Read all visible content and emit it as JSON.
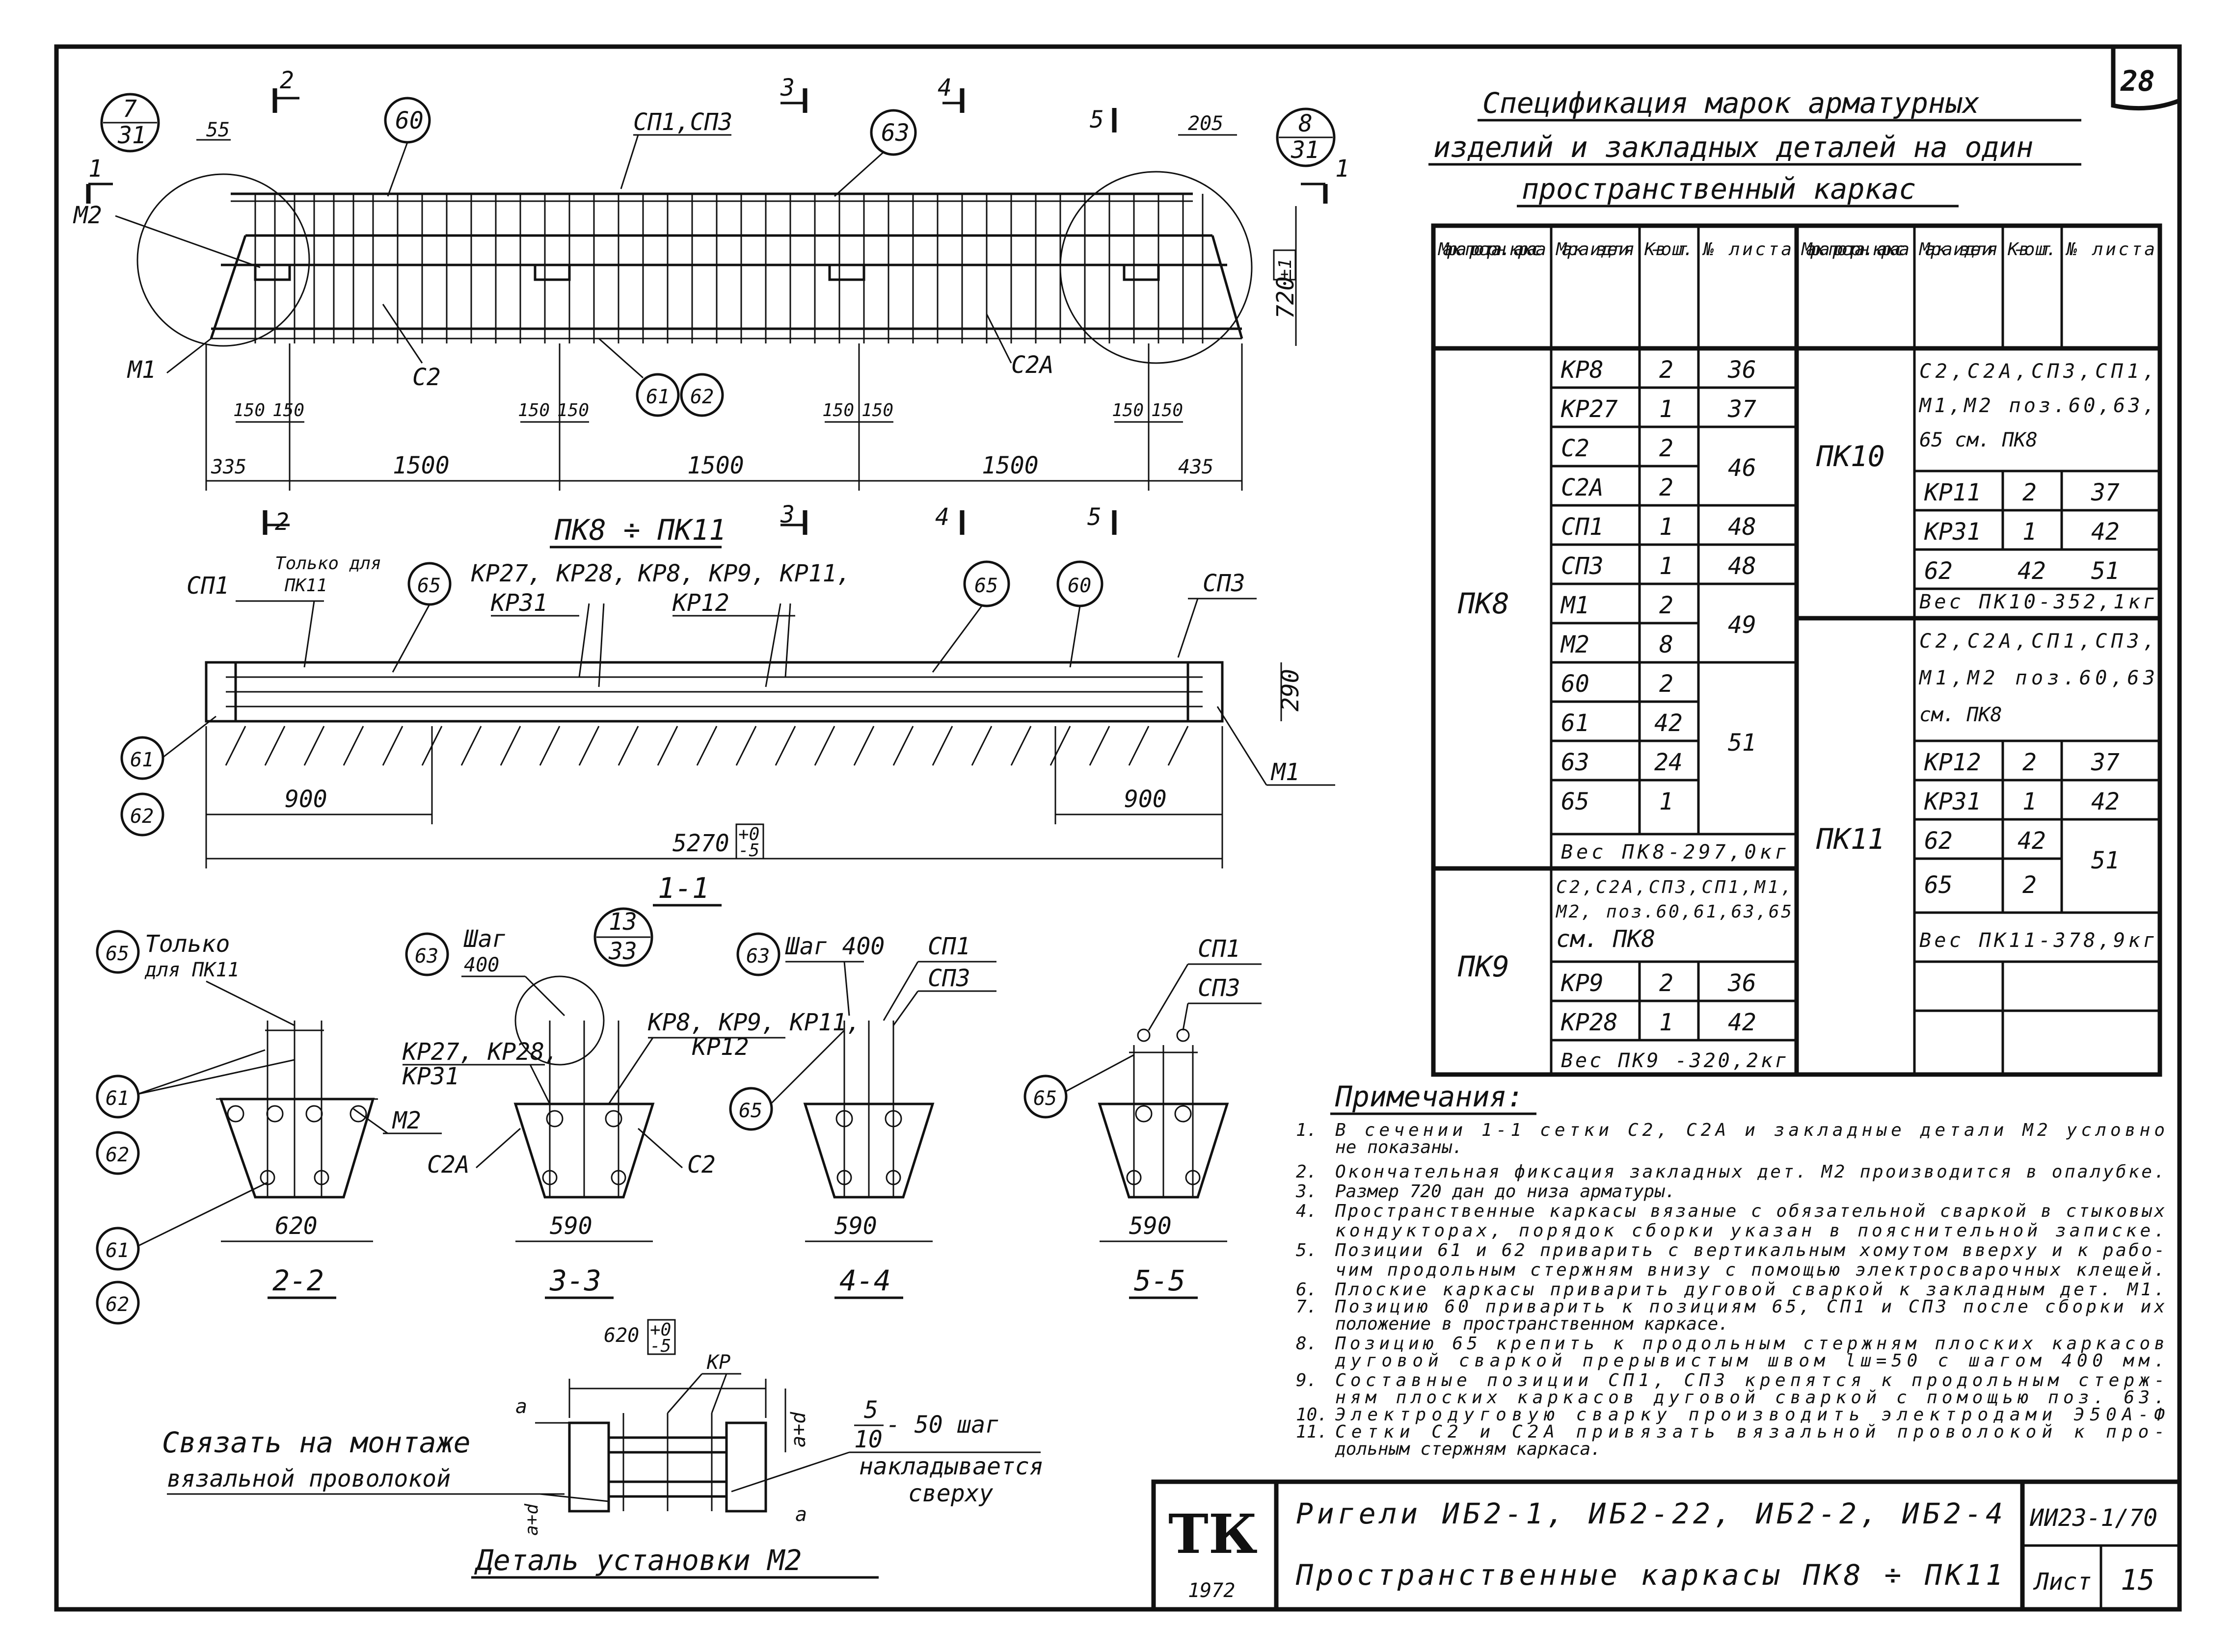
{
  "sheet_number": "28",
  "elevation": {
    "callout_left": {
      "top": "7",
      "bottom": "31"
    },
    "callout_right": {
      "top": "8",
      "bottom": "31"
    },
    "section_marks": [
      "1",
      "2",
      "3",
      "4",
      "5"
    ],
    "dim_55": "55",
    "dim_205": "205",
    "labels": {
      "mesh_top": "СП1,СП3",
      "pos60": "60",
      "pos63": "63",
      "m2": "М2",
      "m1": "М1",
      "c2": "С2",
      "c2a": "С2А",
      "pos61": "61",
      "pos62": "62",
      "height": "720",
      "tol": "±1"
    },
    "dims_150": [
      "150",
      "150",
      "150",
      "150",
      "150",
      "150",
      "150",
      "150"
    ],
    "dims_bottom": [
      "335",
      "1500",
      "1500",
      "1500",
      "435"
    ],
    "range_title": "ПК8 ÷ ПК11"
  },
  "plan": {
    "only_for_line1": "Только для",
    "only_for_line2": "ПК11",
    "sp1": "СП1",
    "sp3": "СП3",
    "pos65": "65",
    "pos60": "60",
    "kr_group_a_1": "КР27, КР28,",
    "kr_group_a_2": "КР31",
    "kr_group_b_1": "КР8, КР9, КР11,",
    "kr_group_b_2": "КР12",
    "m1": "М1",
    "pos61": "61",
    "pos62": "62",
    "width": "290",
    "left_900": "900",
    "right_900": "900",
    "total": "5270",
    "tol_plus": "+0",
    "tol_minus": "-5",
    "section_title": "1-1"
  },
  "sections": {
    "s22": {
      "title": "2-2",
      "width": "620",
      "pos65_note_1": "Только",
      "pos65_note_2": "для ПК11",
      "pos65": "65",
      "pos61": "61",
      "pos62": "62",
      "m2": "М2"
    },
    "s33": {
      "title": "3-3",
      "width": "590",
      "callout_top": "13",
      "callout_bottom": "33",
      "pitch_1": "Шаг",
      "pitch_2": "400",
      "pos63": "63",
      "kr_a_1": "КР27, КР28,",
      "kr_a_2": "КР31",
      "kr_b_1": "КР8, КР9, КР11,",
      "kr_b_2": "КР12",
      "c2a": "С2А",
      "c2": "С2"
    },
    "s44": {
      "title": "4-4",
      "width": "590",
      "pos63": "63",
      "pitch": "Шаг 400",
      "sp1": "СП1",
      "sp3": "СП3",
      "pos65": "65"
    },
    "s55": {
      "title": "5-5",
      "width": "590",
      "sp1": "СП1",
      "sp3": "СП3",
      "pos65": "65"
    }
  },
  "detail": {
    "title": "Деталь установки М2",
    "tie_1": "Связать на монтаже",
    "tie_2": "вязальной проволокой",
    "dim_620": "620",
    "tol_plus": "+0",
    "tol_minus": "-5",
    "kr": "КР",
    "a": "а",
    "a_plus_d": "а+d",
    "frac_top": "5",
    "frac_bottom": "10",
    "pitch": "- 50 шаг",
    "laid_1": "накладывается",
    "laid_2": "сверху"
  },
  "spec": {
    "title_1": "Спецификация марок арматурных",
    "title_2": "изделий и закладных деталей на один",
    "title_3": "пространственный каркас",
    "headers": [
      "Марка простран. каркаса",
      "Марка изделия",
      "К-во шт.",
      "№ листа"
    ],
    "left_block": {
      "pk8": {
        "mark": "ПК8",
        "rows": [
          {
            "item": "КР8",
            "qty": "2",
            "sheet": "36"
          },
          {
            "item": "КР27",
            "qty": "1",
            "sheet": "37"
          },
          {
            "item": "С2",
            "qty": "2",
            "sheet": "46"
          },
          {
            "item": "С2А",
            "qty": "2",
            "sheet": ""
          },
          {
            "item": "СП1",
            "qty": "1",
            "sheet": "48"
          },
          {
            "item": "СП3",
            "qty": "1",
            "sheet": "48"
          },
          {
            "item": "М1",
            "qty": "2",
            "sheet": "49"
          },
          {
            "item": "М2",
            "qty": "8",
            "sheet": ""
          },
          {
            "item": "60",
            "qty": "2",
            "sheet": "51"
          },
          {
            "item": "61",
            "qty": "42",
            "sheet": ""
          },
          {
            "item": "63",
            "qty": "24",
            "sheet": ""
          },
          {
            "item": "65",
            "qty": "1",
            "sheet": ""
          }
        ],
        "weight": "Вес ПК8-297,0кг"
      },
      "pk9": {
        "mark": "ПК9",
        "note_1": "С2,С2А,СП3,СП1,М1,",
        "note_2": "М2, поз.60,61,63,65",
        "note_3": "см. ПК8",
        "rows": [
          {
            "item": "КР9",
            "qty": "2",
            "sheet": "36"
          },
          {
            "item": "КР28",
            "qty": "1",
            "sheet": "42"
          }
        ],
        "weight": "Вес ПК9 -320,2кг"
      }
    },
    "right_block": {
      "pk10": {
        "mark": "ПК10",
        "note_1": "С2,С2А,СП3,СП1,",
        "note_2": "М1,М2 поз.60,63,",
        "note_3": "65 см. ПК8",
        "rows": [
          {
            "item": "КР11",
            "qty": "2",
            "sheet": "37"
          },
          {
            "item": "КР31",
            "qty": "1",
            "sheet": "42"
          },
          {
            "item": "62",
            "qty": "42",
            "sheet": "51"
          }
        ],
        "weight": "Вес ПК10-352,1кг"
      },
      "pk11": {
        "mark": "ПК11",
        "note_1": "С2,С2А,СП1,СП3,",
        "note_2": "М1,М2 поз.60,63",
        "note_3": "см. ПК8",
        "rows": [
          {
            "item": "КР12",
            "qty": "2",
            "sheet": "37"
          },
          {
            "item": "КР31",
            "qty": "1",
            "sheet": "42"
          },
          {
            "item": "62",
            "qty": "42",
            "sheet": "51"
          },
          {
            "item": "65",
            "qty": "2",
            "sheet": ""
          }
        ],
        "weight": "Вес ПК11-378,9кг"
      }
    }
  },
  "notes": {
    "title": "Примечания:",
    "items": [
      {
        "n": "1.",
        "text": "В сечении 1-1 сетки С2, С2А и закладные детали М2 условно"
      },
      {
        "n": "",
        "text": "не показаны."
      },
      {
        "n": "2.",
        "text": "Окончательная фиксация закладных дет. М2 производится в опалубке."
      },
      {
        "n": "3.",
        "text": "Размер 720 дан до низа арматуры."
      },
      {
        "n": "4.",
        "text": "Пространственные каркасы вязаные с обязательной сваркой в стыковых"
      },
      {
        "n": "",
        "text": "кондукторах, порядок сборки указан в пояснительной записке."
      },
      {
        "n": "5.",
        "text": "Позиции 61 и 62 приварить с вертикальным хомутом вверху и к рабо-"
      },
      {
        "n": "",
        "text": "чим продольным стержням внизу с помощью электросварочных клещей."
      },
      {
        "n": "6.",
        "text": "Плоские каркасы приварить дуговой сваркой к закладным дет. М1."
      },
      {
        "n": "7.",
        "text": "Позицию 60 приварить к позициям 65, СП1 и СП3 после сборки их"
      },
      {
        "n": "",
        "text": "положение в пространственном каркасе."
      },
      {
        "n": "8.",
        "text": "Позицию 65 крепить к продольным стержням плоских каркасов"
      },
      {
        "n": "",
        "text": "дуговой сваркой прерывистым швом lш=50 с шагом 400 мм."
      },
      {
        "n": "9.",
        "text": "Составные позиции СП1, СП3 крепятся к продольным стерж-"
      },
      {
        "n": "",
        "text": "ням плоских каркасов дуговой сваркой с помощью поз. 63."
      },
      {
        "n": "10.",
        "text": "Электродуговую сварку производить электродами Э50А-Ф"
      },
      {
        "n": "11.",
        "text": "Сетки С2 и С2А привязать вязальной проволокой к про-"
      },
      {
        "n": "",
        "text": "дольным стержням каркаса."
      }
    ]
  },
  "title_block": {
    "logo": "ТК",
    "year": "1972",
    "line1": "Ригели ИБ2-1, ИБ2-22, ИБ2-2, ИБ2-4",
    "line2": "Пространственные каркасы ПК8 ÷ ПК11",
    "doc_code": "ИИ23-1/70",
    "sheet_label": "Лист",
    "sheet_value": "15"
  }
}
